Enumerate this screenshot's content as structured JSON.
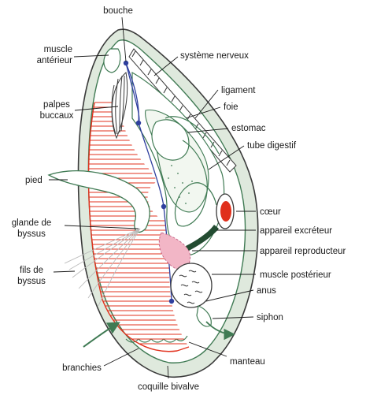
{
  "labels": {
    "bouche": "bouche",
    "muscle_anterieur_1": "muscle",
    "muscle_anterieur_2": "antérieur",
    "systeme_nerveux": "système nerveux",
    "ligament": "ligament",
    "palpes_1": "palpes",
    "palpes_2": "buccaux",
    "foie": "foie",
    "estomac": "estomac",
    "tube_digestif": "tube digestif",
    "pied": "pied",
    "coeur": "cœur",
    "glande_1": "glande de",
    "glande_2": "byssus",
    "appareil_excreteur": "appareil excréteur",
    "appareil_reproducteur": "appareil reproducteur",
    "fils_1": "fils de",
    "fils_2": "byssus",
    "muscle_posterieur": "muscle postérieur",
    "anus": "anus",
    "siphon": "siphon",
    "branchies": "branchies",
    "manteau": "manteau",
    "coquille": "coquille bivalve"
  },
  "colors": {
    "outline": "#3a3a3a",
    "shell_fill": "#dfe9dd",
    "inner_line": "#3f7a53",
    "gill_red": "#e2321e",
    "nerve_blue": "#2e3f9e",
    "heart_red": "#e0301c",
    "gonad_pink": "#f2b6c6"
  }
}
